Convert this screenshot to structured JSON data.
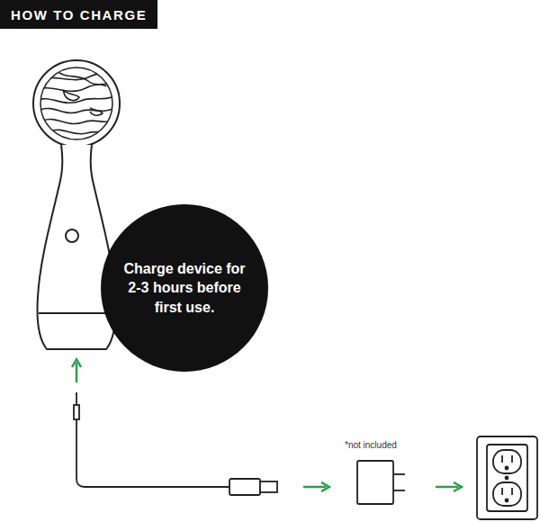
{
  "diagram": {
    "title": "HOW TO CHARGE",
    "nodes": [
      {
        "text": [
          "Charge device for 2-3 hours before first use."
        ]
      }
    ],
    "labels": [
      "*not included"
    ]
  }
}
